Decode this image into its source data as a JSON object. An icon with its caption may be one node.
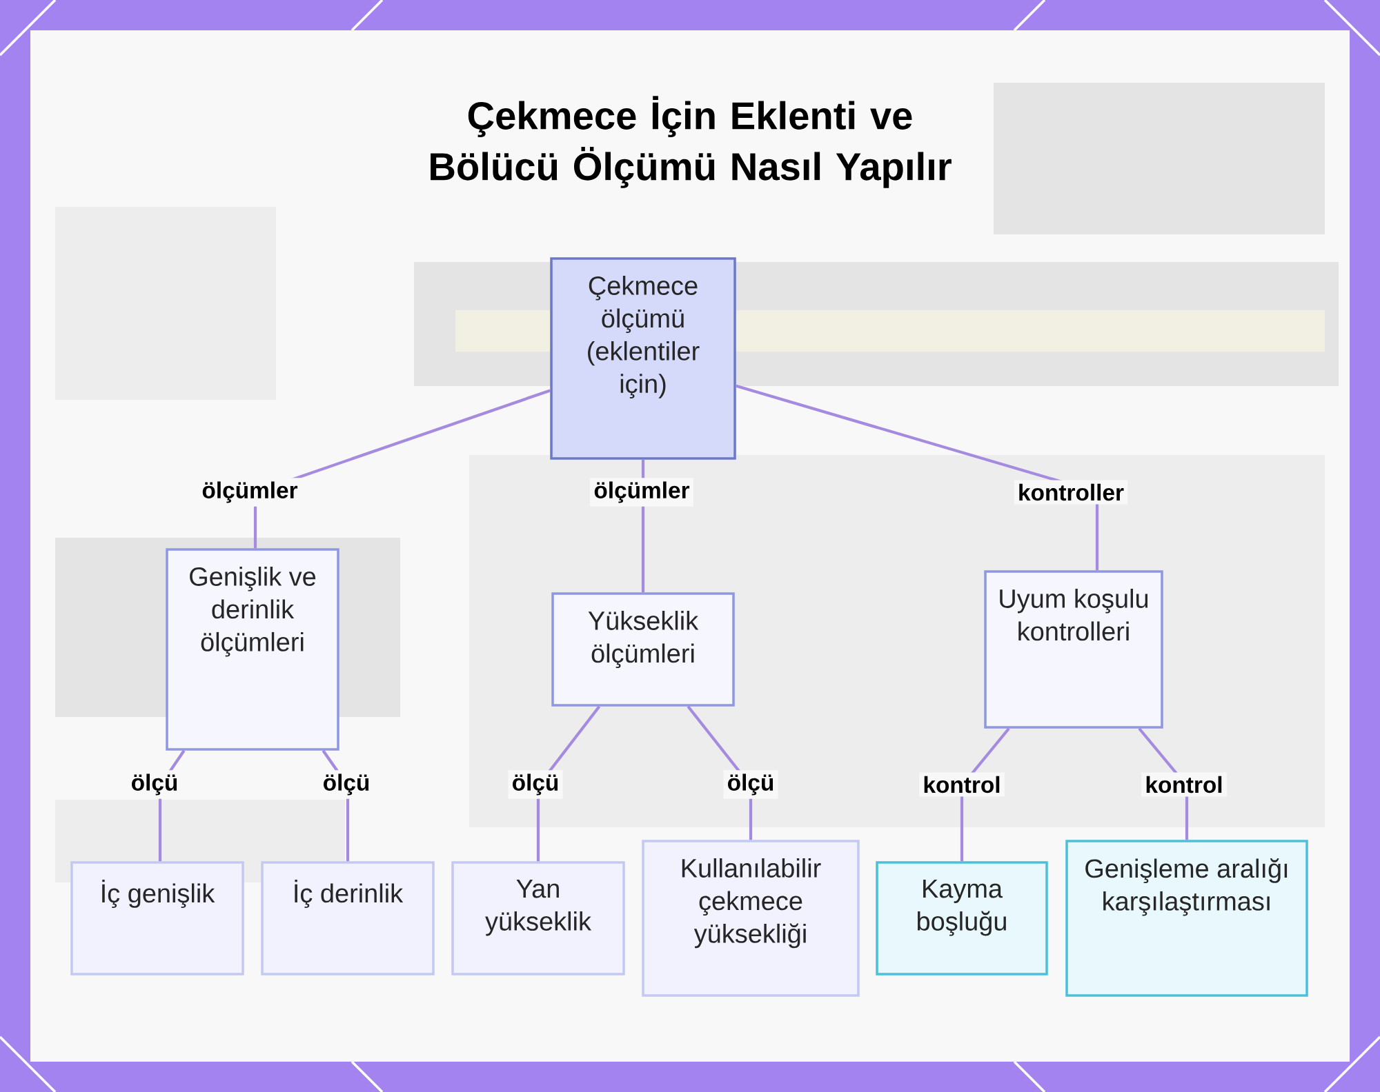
{
  "diagram": {
    "title": "Çekmece İçin Eklenti ve Bölücü Ölçümü Nasıl Yapılır",
    "nodes": [
      {
        "text": [
          "Çekmece ölçümü (eklentiler için)"
        ]
      },
      {
        "text": [
          "Genişlik ve derinlik ölçümleri"
        ]
      },
      {
        "text": [
          "Yükseklik ölçümleri"
        ]
      },
      {
        "text": [
          "Uyum koşulu kontrolleri"
        ]
      },
      {
        "text": [
          "İç genişlik"
        ]
      },
      {
        "text": [
          "İç derinlik"
        ]
      },
      {
        "text": [
          "Yan yükseklik"
        ]
      },
      {
        "text": [
          "Kullanılabilir çekmece yüksekliği"
        ]
      },
      {
        "text": [
          "Kayma boşluğu"
        ]
      },
      {
        "text": [
          "Genişleme aralığı karşılaştırması"
        ]
      }
    ],
    "edges": [
      {
        "from": 0,
        "to": 1,
        "arrow": "none",
        "label": "ölçümler"
      },
      {
        "from": 0,
        "to": 2,
        "arrow": "none",
        "label": "ölçümler"
      },
      {
        "from": 0,
        "to": 3,
        "arrow": "none",
        "label": "kontroller"
      },
      {
        "from": 1,
        "to": 4,
        "arrow": "none",
        "label": "ölçü"
      },
      {
        "from": 1,
        "to": 5,
        "arrow": "none",
        "label": "ölçü"
      },
      {
        "from": 2,
        "to": 6,
        "arrow": "none",
        "label": "ölçü"
      },
      {
        "from": 2,
        "to": 7,
        "arrow": "none",
        "label": "ölçü"
      },
      {
        "from": 3,
        "to": 8,
        "arrow": "none",
        "label": "kontrol"
      },
      {
        "from": 3,
        "to": 9,
        "arrow": "none",
        "label": "kontrol"
      }
    ]
  }
}
